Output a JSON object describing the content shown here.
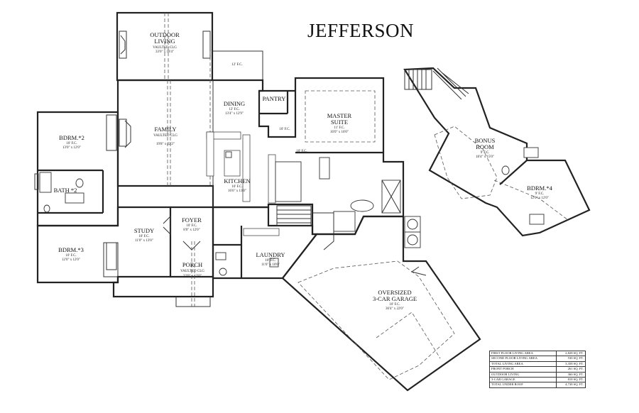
{
  "title": "JEFFERSON",
  "rooms": [
    {
      "id": "outdoor-living",
      "name": "OUTDOOR",
      "name2": "LIVING",
      "ceiling": "VAULTED CLG",
      "dims": "33'0\" x 18'4\""
    },
    {
      "id": "family",
      "name": "FAMILY",
      "ceiling": "VAULTED CLG",
      "dims": "19'8\" x 22'2\""
    },
    {
      "id": "dining",
      "name": "DINING",
      "ceiling": "12' F.C.",
      "dims": "13'4\" x 12'9\""
    },
    {
      "id": "pantry",
      "name": "PANTRY"
    },
    {
      "id": "master-suite",
      "name": "MASTER",
      "name2": "SUITE",
      "ceiling": "11' F.C.",
      "dims": "16'0\" x 16'0\""
    },
    {
      "id": "bdrm-2",
      "name": "BDRM.*2",
      "ceiling": "10' F.C.",
      "dims": "13'0\" x 12'0\""
    },
    {
      "id": "bath-2",
      "name": "BATH *2"
    },
    {
      "id": "kitchen",
      "name": "KITCHEN",
      "ceiling": "10' F.C.",
      "dims": "16'6\" x 13'0\""
    },
    {
      "id": "study",
      "name": "STUDY",
      "ceiling": "10' F.C.",
      "dims": "11'0\" x 13'0\""
    },
    {
      "id": "foyer",
      "name": "FOYER",
      "ceiling": "10' F.C.",
      "dims": "8'0\" x 12'0\""
    },
    {
      "id": "bdrm-3",
      "name": "BDRM.*3",
      "ceiling": "10' F.C.",
      "dims": "12'0\" x 12'0\""
    },
    {
      "id": "laundry",
      "name": "LAUNDRY",
      "ceiling": "10' F.C.",
      "dims": "11'6\" x 10'0\""
    },
    {
      "id": "porch",
      "name": "PORCH",
      "ceiling": "VAULTED CLG",
      "dims": "22'0\" x 12'0\""
    },
    {
      "id": "garage",
      "name": "OVERSIZED",
      "name2": "3-CAR GARAGE",
      "ceiling": "10' F.C.",
      "dims": "36'4\" x 22'0\""
    },
    {
      "id": "bonus-room",
      "name": "BONUS",
      "name2": "ROOM",
      "ceiling": "9' F.C.",
      "dims": "18'4\" x 15'0\""
    },
    {
      "id": "bdrm-4",
      "name": "BDRM.*4",
      "ceiling": "9' F.C.",
      "dims": "12'0\" x 12'0\""
    }
  ],
  "ceiling_notes": [
    "12' F.C.",
    "10' F.C.",
    "10' F.C."
  ],
  "area_table": [
    {
      "label": "FIRST FLOOR LIVING AREA",
      "value": "2,828 SQ. FT."
    },
    {
      "label": "SECOND FLOOR LIVING AREA",
      "value": "530 SQ. FT."
    },
    {
      "label": "TOTAL LIVING AREA",
      "value": "3,358 SQ. FT."
    },
    {
      "label": "FRONT PORCH",
      "value": "261 SQ. FT."
    },
    {
      "label": "OUTDOOR LIVING",
      "value": "360 SQ. FT."
    },
    {
      "label": "3-CAR GARAGE",
      "value": "818 SQ. FT."
    },
    {
      "label": "TOTAL UNDER ROOF",
      "value": "4,738 SQ. FT."
    }
  ]
}
